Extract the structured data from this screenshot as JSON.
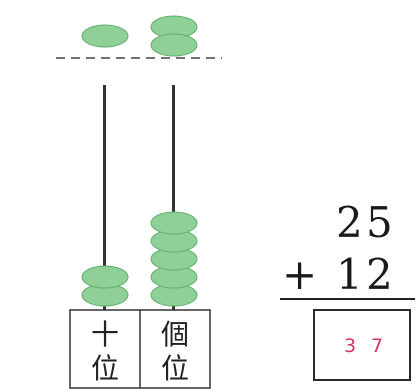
{
  "abacus": {
    "rods": [
      {
        "label_chars": [
          "十",
          "位"
        ],
        "upper_beads": 1,
        "lower_beads": 2
      },
      {
        "label_chars": [
          "個",
          "位"
        ],
        "upper_beads": 2,
        "lower_beads": 5
      }
    ],
    "colors": {
      "bead": "#8fcf98",
      "bead_edge": "#5fae6c",
      "rod": "#333333"
    }
  },
  "addition": {
    "first_addend_digits": [
      "2",
      "5"
    ],
    "operator": "+",
    "second_addend_digits": [
      "1",
      "2"
    ],
    "answer_digits": [
      "3",
      "7"
    ],
    "answer_color": "#d6336c"
  }
}
